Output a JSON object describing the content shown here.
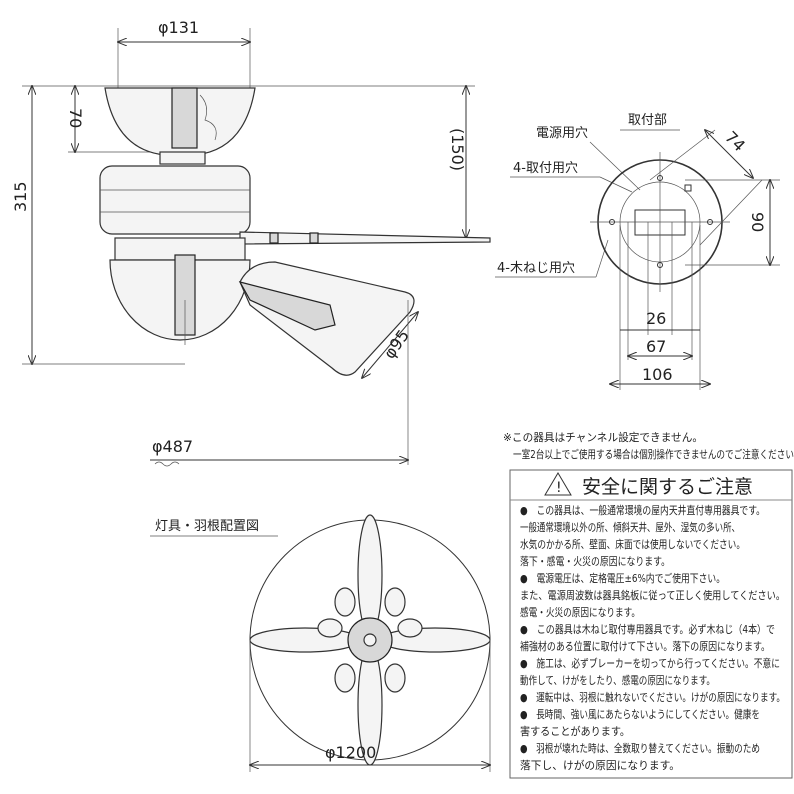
{
  "side_view": {
    "canopy_diameter": "φ131",
    "canopy_height": "70",
    "total_height": "315",
    "body_height": "(150)",
    "shade_diameter": "φ95",
    "overall_span": "φ487"
  },
  "mount_view": {
    "title": "取付部",
    "power_hole": "電源用穴",
    "mount_holes": "4-取付用穴",
    "screw_holes": "4-木ねじ用穴",
    "dim_74": "74",
    "dim_90": "90",
    "dim_26": "26",
    "dim_67": "67",
    "dim_106": "106"
  },
  "layout_view": {
    "title": "灯具・羽根配置図",
    "blade_diameter": "φ1200"
  },
  "notes": {
    "line1": "※この器具はチャンネル設定できません。",
    "line2": "一室2台以上でご使用する場合は個別操作できませんのでご注意ください"
  },
  "safety": {
    "title": "安全に関するご注意",
    "lines": [
      "●　この器具は、一般通常環境の屋内天井直付専用器具です。",
      "一般通常環境以外の所、傾斜天井、屋外、湿気の多い所、",
      "水気のかかる所、壁面、床面では使用しないでください。",
      "落下・感電・火災の原因になります。",
      "●　電源電圧は、定格電圧±6%内でご使用下さい。",
      "また、電源周波数は器具銘板に従って正しく使用してください。",
      "感電・火災の原因になります。",
      "●　この器具は木ねじ取付専用器具です。必ず木ねじ（4本）で",
      "補強材のある位置に取付けて下さい。落下の原因になります。",
      "●　施工は、必ずブレーカーを切ってから行ってください。不意に",
      "動作して、けがをしたり、感電の原因になります。",
      "●　運転中は、羽根に触れないでください。けがの原因になります。",
      "●　長時間、強い風にあたらないようにしてください。健康を",
      "害することがあります。",
      "●　羽根が壊れた時は、全数取り替えてください。振動のため",
      "落下し、けがの原因になります。"
    ]
  }
}
